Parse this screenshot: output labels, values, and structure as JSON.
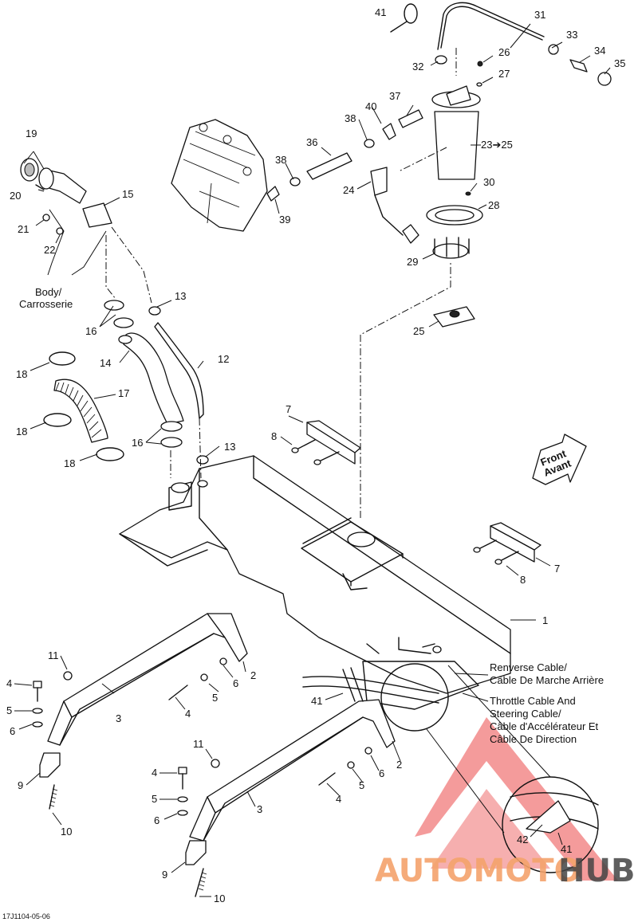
{
  "diagram_code": "17J1104-05-06",
  "notes": {
    "body_line1": "Body/",
    "body_line2": "Carrosserie",
    "reverse_line1": "Renverse Cable/",
    "reverse_line2": "Câble De Marche Arrière",
    "throttle_line1": "Throttle Cable And",
    "throttle_line2": "Steering Cable/",
    "throttle_line3": "Câble d'Accélérateur Et",
    "throttle_line4": "Câble De Direction",
    "front_line1": "Front",
    "front_line2": "Avant"
  },
  "watermark": {
    "part1": "AUTOMOTO",
    "part2": "HUB",
    "color1": "#f4a36c",
    "color2": "#444444",
    "triangle_color": "#f07a7a"
  },
  "callouts": {
    "c1": "1",
    "c2a": "2",
    "c2b": "2",
    "c3a": "3",
    "c3b": "3",
    "c4a": "4",
    "c4b": "4",
    "c4c": "4",
    "c4d": "4",
    "c5a": "5",
    "c5b": "5",
    "c5c": "5",
    "c5d": "5",
    "c6a": "6",
    "c6b": "6",
    "c6c": "6",
    "c6d": "6",
    "c7a": "7",
    "c7b": "7",
    "c8a": "8",
    "c8b": "8",
    "c9a": "9",
    "c9b": "9",
    "c10a": "10",
    "c10b": "10",
    "c11a": "11",
    "c11b": "11",
    "c12": "12",
    "c13a": "13",
    "c13b": "13",
    "c14": "14",
    "c15": "15",
    "c16a": "16",
    "c16b": "16",
    "c17": "17",
    "c18a": "18",
    "c18b": "18",
    "c18c": "18",
    "c19": "19",
    "c20": "20",
    "c21": "21",
    "c22": "22",
    "c23": "23➔25",
    "c24": "24",
    "c25": "25",
    "c26": "26",
    "c27": "27",
    "c28": "28",
    "c29": "29",
    "c30": "30",
    "c31": "31",
    "c32": "32",
    "c33": "33",
    "c34": "34",
    "c35": "35",
    "c36": "36",
    "c37": "37",
    "c38a": "38",
    "c38b": "38",
    "c39": "39",
    "c40": "40",
    "c41a": "41",
    "c41b": "41",
    "c41c": "41",
    "c42": "42"
  }
}
